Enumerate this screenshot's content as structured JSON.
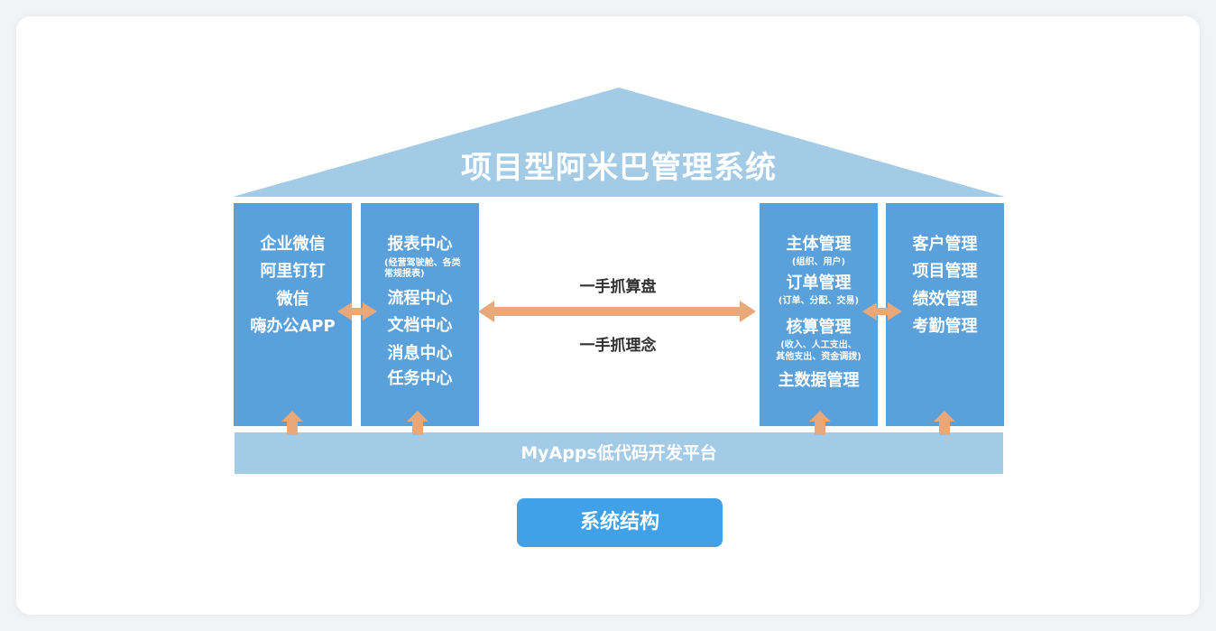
{
  "diagram": {
    "title": "项目型阿米巴管理系统",
    "columns": [
      {
        "id": "channels",
        "items": [
          "企业微信",
          "阿里钉钉",
          "微信",
          "嗨办公APP"
        ]
      },
      {
        "id": "centers",
        "items": [
          {
            "label": "报表中心",
            "note": [
              "(经营驾驶舱、各类",
              "常规报表)"
            ]
          },
          {
            "label": "流程中心"
          },
          {
            "label": "文档中心"
          },
          {
            "label": "消息中心"
          },
          {
            "label": "任务中心"
          }
        ]
      },
      {
        "id": "management",
        "items": [
          {
            "label": "主体管理",
            "note": [
              "(组织、用户)"
            ]
          },
          {
            "label": "订单管理",
            "note": [
              "(订单、分配、交易)"
            ]
          },
          {
            "label": "核算管理",
            "note": [
              "(收入、人工支出、",
              "其他支出、资金调拨)"
            ]
          },
          {
            "label": "主数据管理"
          }
        ]
      },
      {
        "id": "business",
        "items": [
          "客户管理",
          "项目管理",
          "绩效管理",
          "考勤管理"
        ]
      }
    ],
    "center_labels": {
      "top": "一手抓算盘",
      "bottom": "一手抓理念"
    },
    "platform": "MyApps低代码开发平台",
    "caption": "系统结构",
    "colors": {
      "roof": "#a4cbe6",
      "column": "#5aa1dc",
      "arrow": "#e9a87a",
      "caption": "#40a0e8"
    }
  }
}
